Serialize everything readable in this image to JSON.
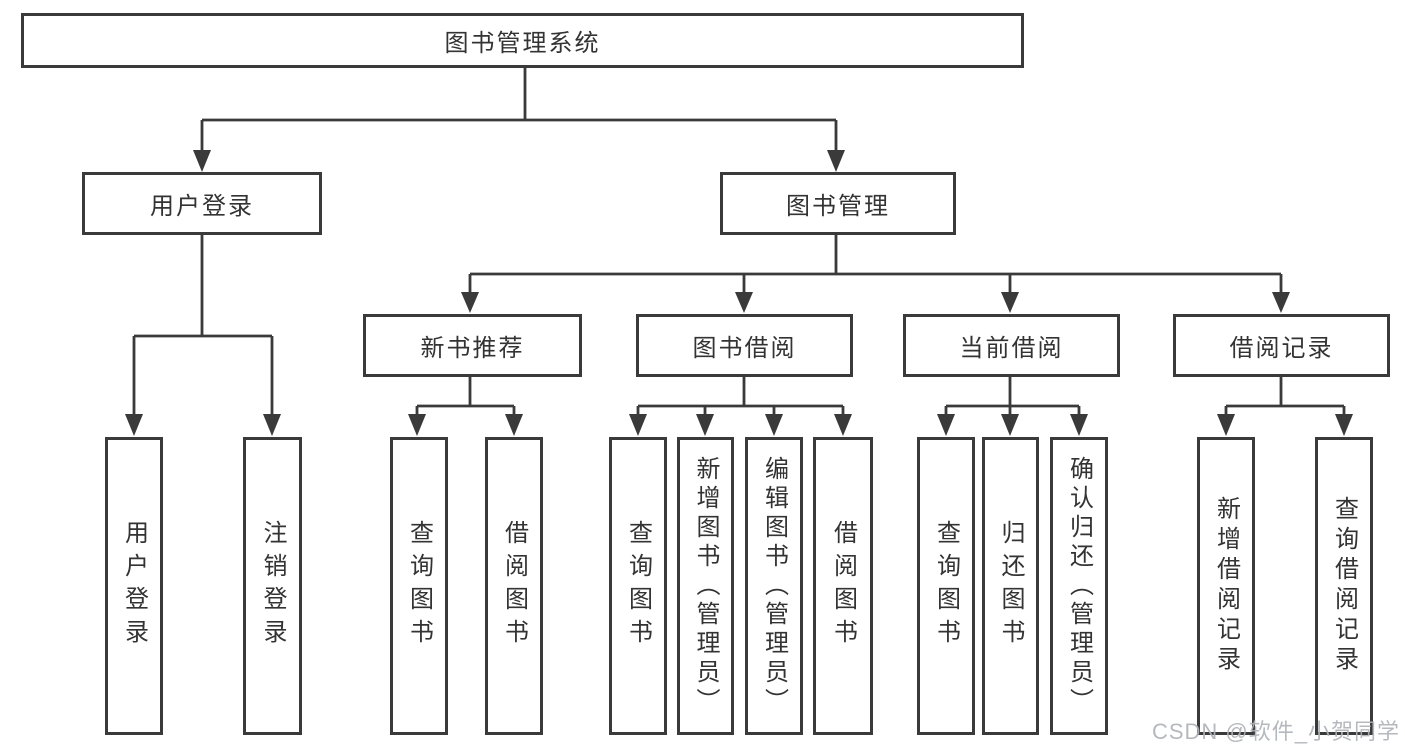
{
  "nodes": {
    "root": "图书管理系统",
    "login": "用户登录",
    "manage": "图书管理",
    "new_books": "新书推荐",
    "borrow": "图书借阅",
    "current": "当前借阅",
    "records": "借阅记录",
    "login_children": [
      "用户登录",
      "注销登录"
    ],
    "new_books_children": [
      "查询图书",
      "借阅图书"
    ],
    "borrow_children": [
      "查询图书",
      "新增图书（管理员）",
      "编辑图书（管理员）",
      "借阅图书"
    ],
    "current_children": [
      "查询图书",
      "归还图书",
      "确认归还（管理员）"
    ],
    "records_children": [
      "新增借阅记录",
      "查询借阅记录"
    ]
  },
  "watermark": "CSDN @软件_小贺同学",
  "colors": {
    "line": "#3a3a3a",
    "text": "#333333",
    "watermark": "#b0b4b8",
    "background": "#ffffff"
  }
}
